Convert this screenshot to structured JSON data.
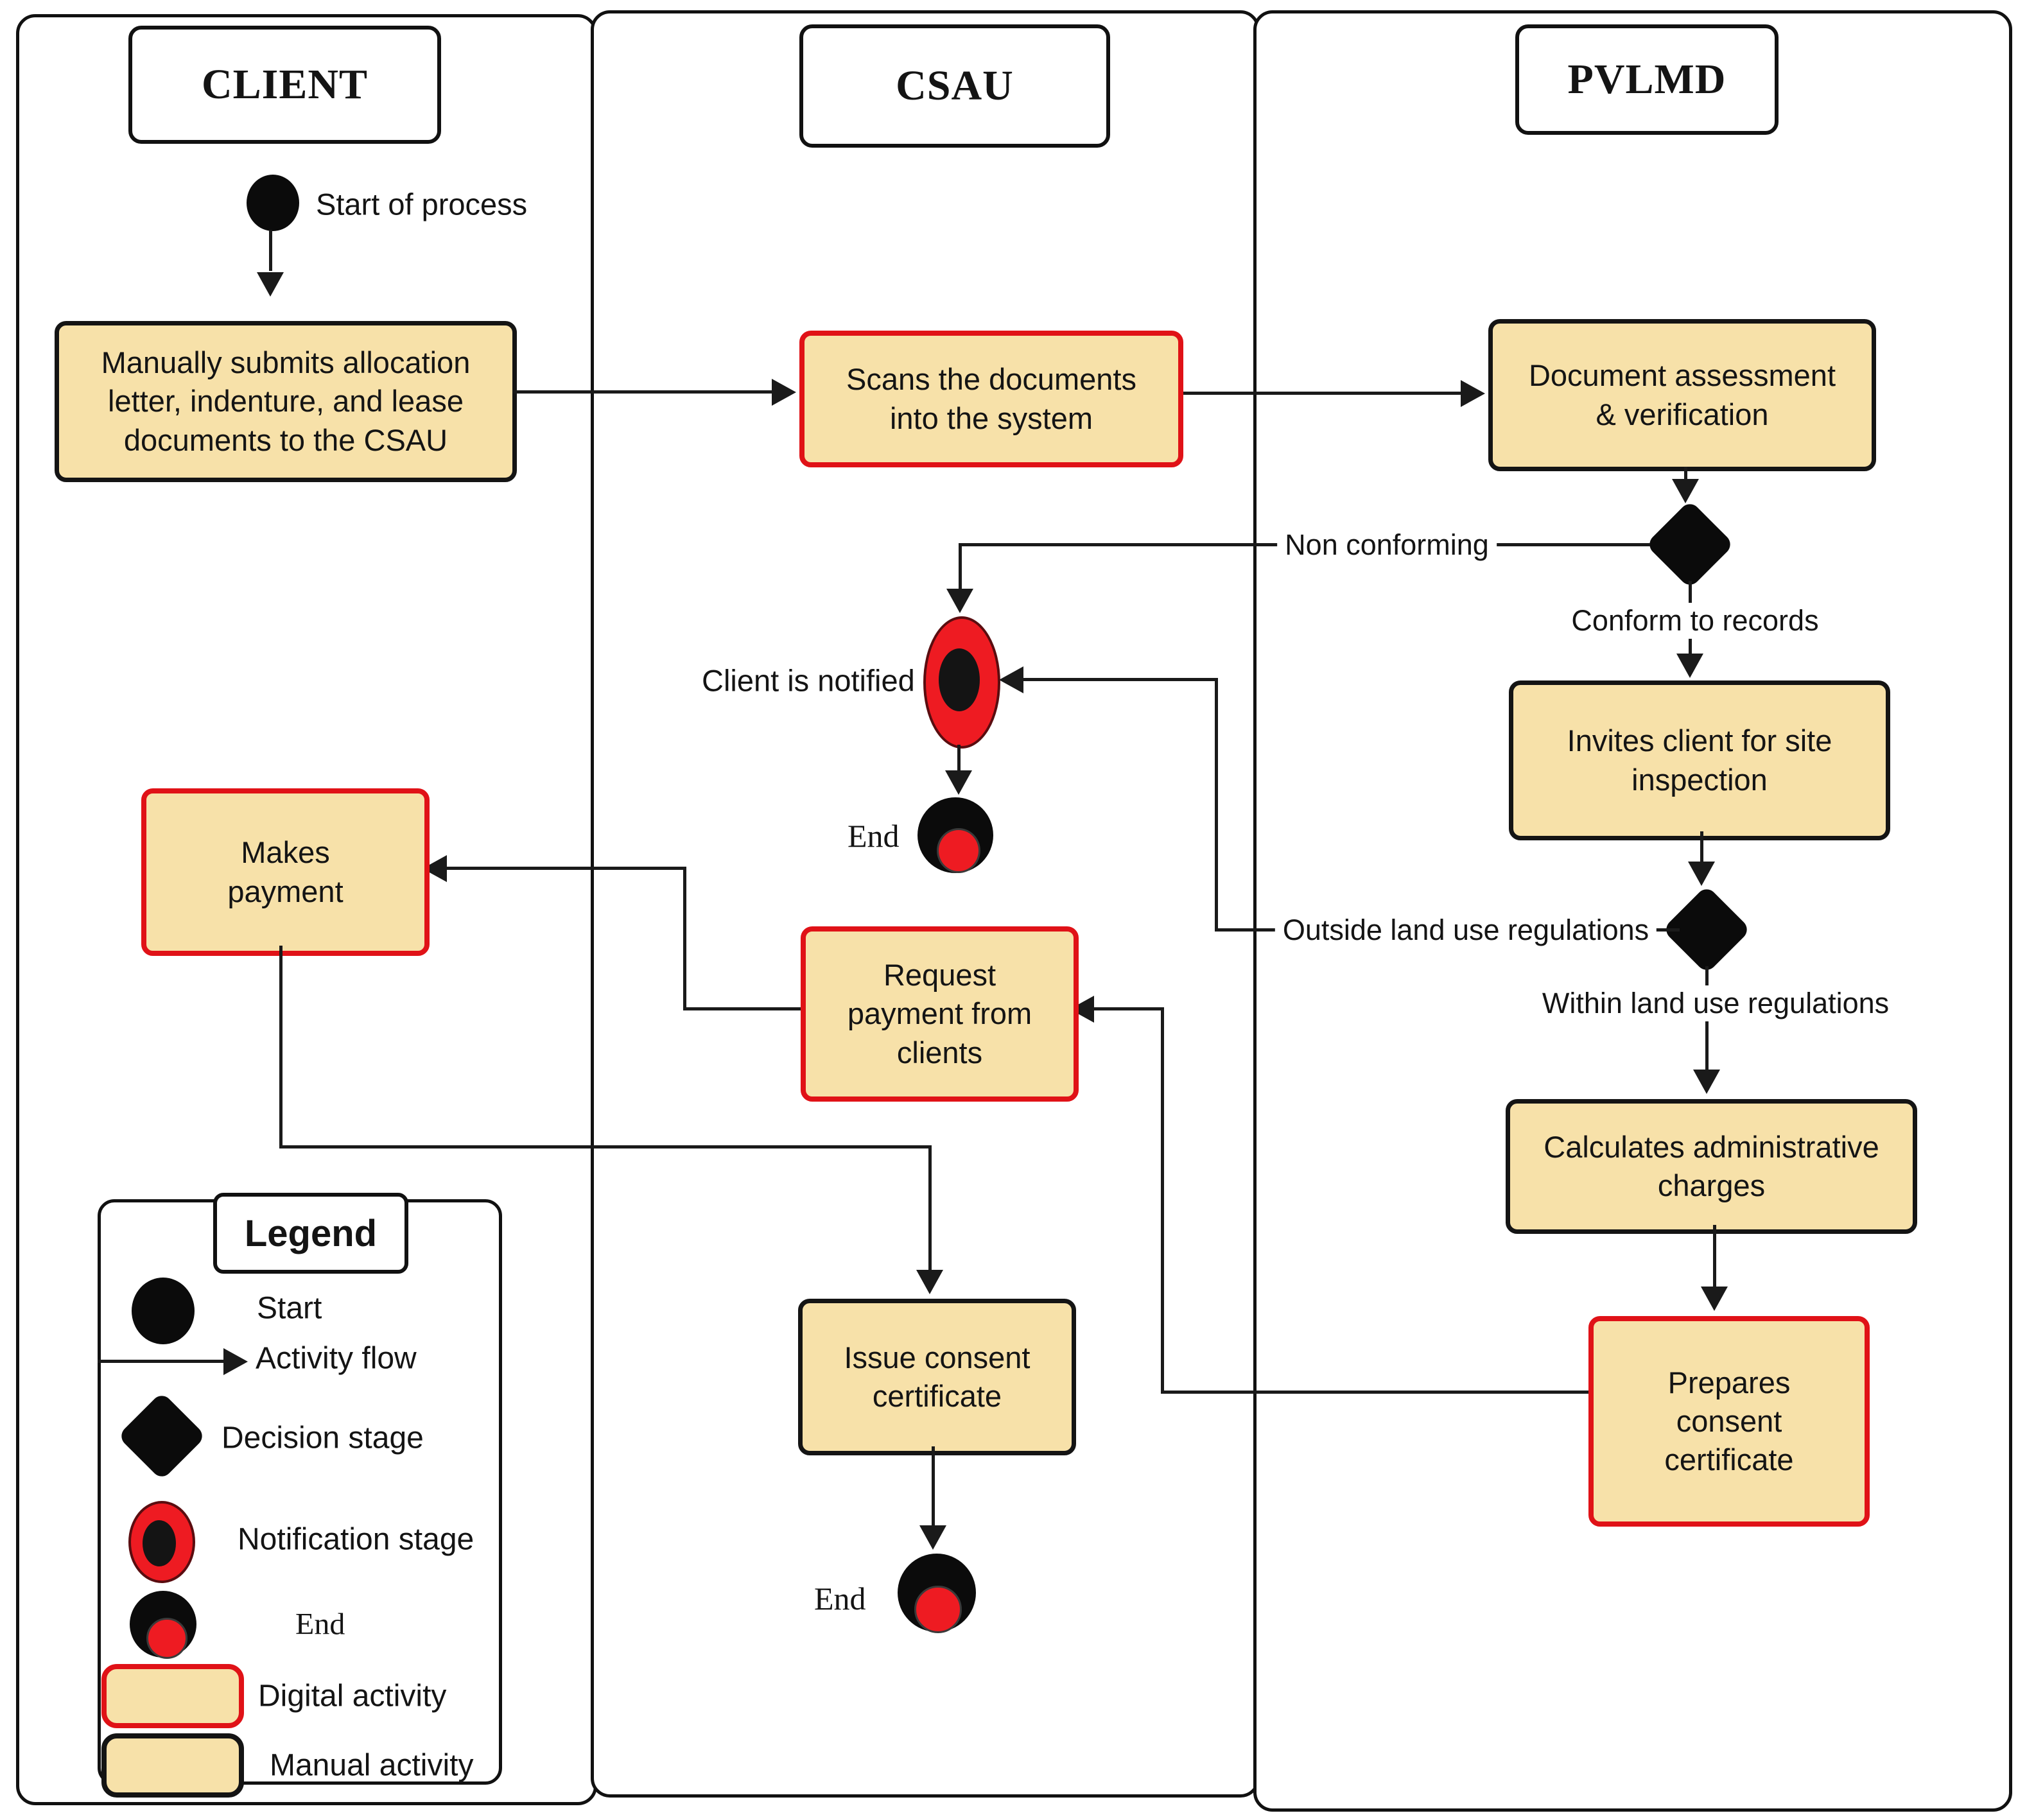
{
  "lanes": [
    {
      "label": "CLIENT"
    },
    {
      "label": "CSAU"
    },
    {
      "label": "PVLMD"
    }
  ],
  "nodes": {
    "start_label": "Start of process",
    "submit_docs": "Manually submits allocation letter, indenture, and lease documents to the CSAU",
    "scan_docs": "Scans the documents into the system",
    "doc_assessment": "Document assessment & verification",
    "client_notified": "Client is notified",
    "end_after_notify": "End",
    "invite_inspection": "Invites client for site inspection",
    "makes_payment": "Makes payment",
    "request_payment": "Request payment from clients",
    "calc_charges": "Calculates administrative charges",
    "prepare_certificate": "Prepares consent certificate",
    "issue_certificate": "Issue consent certificate",
    "end_after_issue": "End"
  },
  "edge_labels": {
    "non_conforming": "Non conforming",
    "conform": "Conform to records",
    "outside": "Outside land use regulations",
    "within": "Within land use regulations"
  },
  "legend": {
    "title": "Legend",
    "items": [
      {
        "icon": "start-icon",
        "label": "Start"
      },
      {
        "icon": "activity-flow-icon",
        "label": "Activity flow"
      },
      {
        "icon": "decision-icon",
        "label": "Decision stage"
      },
      {
        "icon": "notification-icon",
        "label": "Notification stage"
      },
      {
        "icon": "end-icon",
        "label": "End"
      },
      {
        "icon": "digital-activity-icon",
        "label": "Digital activity"
      },
      {
        "icon": "manual-activity-icon",
        "label": "Manual activity"
      }
    ]
  },
  "colors": {
    "activity_fill": "#F7E1A9",
    "digital_border": "#E01217",
    "manual_border": "#141414",
    "notification_red": "#EE1B22",
    "flow_line": "#1A1A1A"
  }
}
